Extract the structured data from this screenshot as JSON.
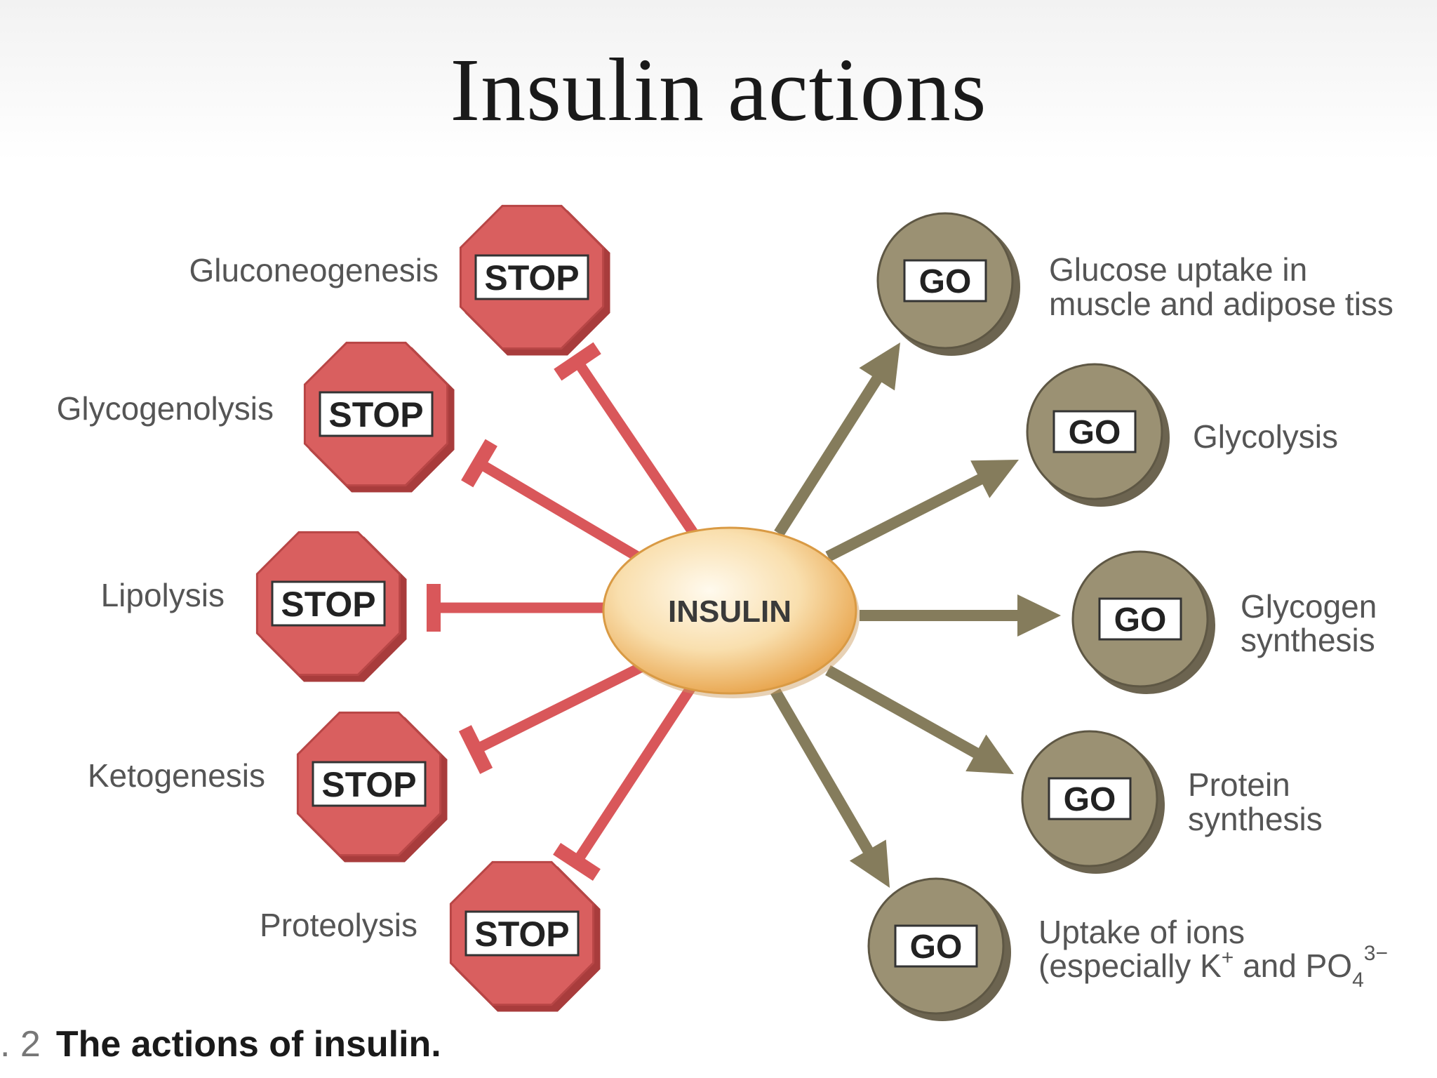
{
  "title": "Insulin actions",
  "center_label": "INSULIN",
  "stop_sign_text": "STOP",
  "go_sign_text": "GO",
  "inhibited": [
    "Gluconeogenesis",
    "Glycogenolysis",
    "Lipolysis",
    "Ketogenesis",
    "Proteolysis"
  ],
  "stimulated": [
    {
      "line1": "Glucose uptake in",
      "line2": "muscle and adipose tiss"
    },
    {
      "line1": "Glycolysis",
      "line2": ""
    },
    {
      "line1": "Glycogen",
      "line2": "synthesis"
    },
    {
      "line1": "Protein",
      "line2": "synthesis"
    },
    {
      "line1": "Uptake of ions",
      "line2": "(especially K",
      "sup1": "+",
      "line2b": " and PO",
      "sub": "4",
      "sup2": "3−"
    }
  ],
  "caption": {
    "number": ". 2",
    "text": "The actions of insulin."
  },
  "colors": {
    "stop_fill": "#d95f5f",
    "stop_shadow": "#a83c3c",
    "inhibit_line": "#d9575a",
    "go_fill": "#9b9173",
    "go_shadow": "#6c6450",
    "arrow": "#857c5c",
    "insulin_center": "#fff4dc",
    "insulin_edge": "#e6a54a"
  }
}
